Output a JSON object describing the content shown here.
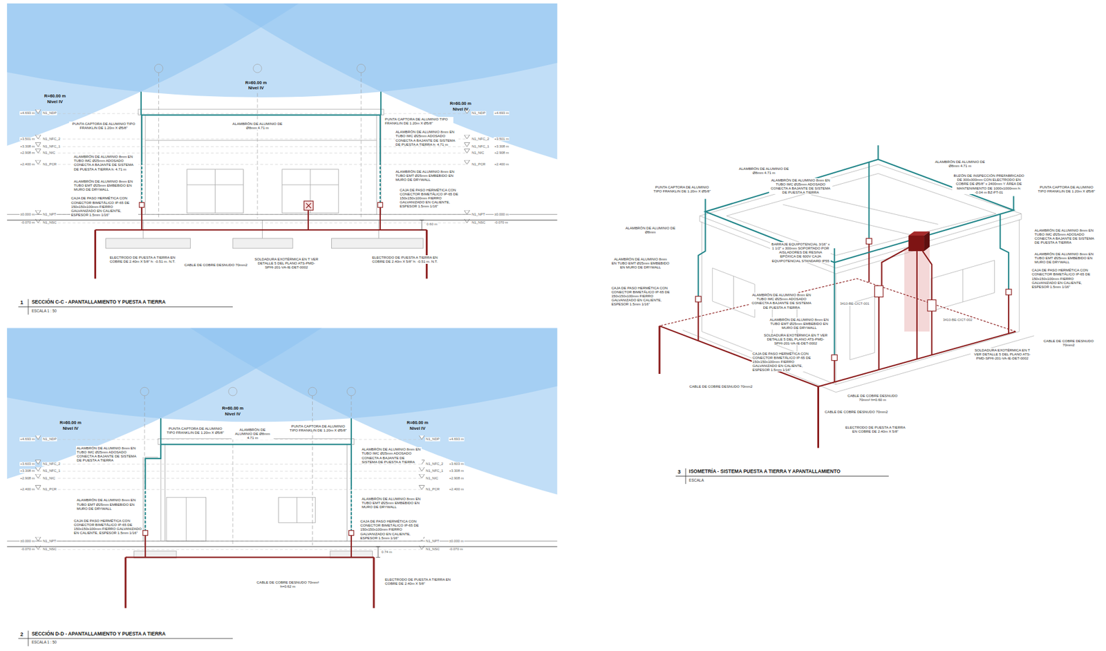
{
  "diagram": {
    "labels": [
      "R=60.00 m",
      "Nivel IV",
      "R=60.00 m",
      "Nivel IV",
      "R=60.00 m",
      "Nivel IV",
      "+4.693 m",
      "+3.501 m",
      "+3.308 m",
      "+2.908 m",
      "+2.400 m",
      "±0.000 m",
      "-0.070 m",
      "N1_NDP",
      "N1_NFC_2",
      "N1_NFC_1",
      "N1_NIC",
      "N1_PCR",
      "N1_NPT",
      "N1_NSC",
      "N1_NDP",
      "N1_NFC_2",
      "N1_NFC_1",
      "N1_NIC",
      "N1_PCR",
      "N1_NPT",
      "N1_NSC",
      "+4.693 m",
      "+3.501 m",
      "+3.308 m",
      "+2.908 m",
      "+2.400 m",
      "±0.000 m",
      "-0.070 m",
      "PUNTA CAPTORA DE ALUMINIO TIPO FRANKLIN DE 1.20m X Ø5/8\"",
      "ALAMBRÓN DE ALUMINIO DE Ø8mm 4.71 m",
      "PUNTA CAPTORA DE ALUMINIO TIPO FRANKLIN DE 1.20m X Ø5/8\"",
      "ALAMBRÓN DE ALUMINIO 8mm EN TUBO IMC Ø25mm ADOSADO CONECTA A BAJANTE DE SISTEMA DE PUESTA A TIERRA h: 4.71 m",
      "ALAMBRÓN DE ALUMINIO 8mm EN TUBO EMT Ø25mm EMBEBIDO EN MURO DE DRYWALL",
      "CAJA DE PASO HERMÉTICA CON CONECTOR BIMETÁLICO IP-65 DE 150x150x100mm FIERRO GALVANIZADO EN CALIENTE, ESPESOR 1.5mm 1/16\"",
      "ALAMBRÓN DE ALUMINIO 8mm EN TUBO IMC Ø25mm ADOSADO CONECTA A BAJANTE DE SISTEMA DE PUESTA A TIERRA h: 4.71 m",
      "ALAMBRÓN DE ALUMINIO 8mm EN TUBO EMT Ø25mm EMBEBIDO EN MURO DE DRYWALL",
      "CAJA DE PASO HERMÉTICA CON CONECTOR BIMETÁLICO IP-65 DE 150x150x100mm FIERRO GALVANIZADO EN CALIENTE, ESPESOR 1.5mm 1/16\"",
      "ELECTRODO DE PUESTA A TIERRA EN COBRE DE 2.40m X 5/8\" h: -0.51 m. N.T.",
      "CABLE DE COBRE DESNUDO 70mm2",
      "SOLDADURA EXOTÉRMICA EN T VER DETALLE 5 DEL PLANO ATS-PMD-SPHI-201-VA-IE-DET-0002",
      "ELECTRODO DE PUESTA A TIERRA EN COBRE DE 2.40m X 5/8\" h: -0.51 m. N.T.",
      "0.60 m",
      "1",
      "SECCIÓN C-C - APANTALLAMIENTO Y PUESTA A TIERRA",
      "ESCALA 1 : 50",
      "R=60.00 m",
      "Nivel IV",
      "R=60.00 m",
      "Nivel IV",
      "R=60.00 m",
      "Nivel IV",
      "+4.693 m",
      "+3.603 m",
      "+3.308 m",
      "+2.908 m",
      "+2.400 m",
      "±0.000 m",
      "-0.070 m",
      "N1_NDP",
      "N1_NFC_2",
      "N1_NFC_1",
      "N1_NIC",
      "N1_PCR",
      "N1_NPT",
      "N1_NSC",
      "N1_NDP",
      "N1_NFC_2",
      "N1_NFC_1",
      "N1_NIC",
      "N1_PCR",
      "N1_NPT",
      "N1_NSC",
      "+4.693 m",
      "+3.603 m",
      "+3.308 m",
      "+2.908 m",
      "+2.400 m",
      "±0.000 m",
      "-0.070 m",
      "PUNTA CAPTORA DE ALUMINIO TIPO FRANKLIN DE 1.20m X Ø5/8\"",
      "ALAMBRÓN DE ALUMINIO DE Ø8mm 4.71 m",
      "PUNTA CAPTORA DE ALUMINIO TIPO FRANKLIN DE 1.20m X Ø5/8\"",
      "ALAMBRÓN DE ALUMINIO 8mm EN TUBO IMC Ø25mm ADOSADO CONECTA A BAJANTE DE SISTEMA DE PUESTA A TIERRA",
      "ALAMBRÓN DE ALUMINIO 8mm EN TUBO EMT Ø25mm EMBEBIDO EN MURO DE DRYWALL",
      "CAJA DE PASO HERMÉTICA CON CONECTOR BIMETÁLICO IP-65 DE 150x150x100mm FIERRO GALVANIZADO EN CALIENTE, ESPESOR 1.5mm 1/16\"",
      "ALAMBRÓN DE ALUMINIO 8mm EN TUBO IMC Ø25mm ADOSADO CONECTA A BAJANTE DE SISTEMA DE PUESTA A TIERRA",
      "ALAMBRÓN DE ALUMINIO 8mm EN TUBO EMT Ø25mm EMBEBIDO EN MURO DE DRYWALL",
      "CAJA DE PASO HERMÉTICA CON CONECTOR BIMETÁLICO IP-65 DE 150x150x100mm FIERRO GALVANIZADO EN CALIENTE, ESPESOR 1.5mm 1/16\"",
      "0.74 m",
      "CABLE DE COBRE DESNUDO 70mm² h=0.62 m",
      "ELECTRODO DE PUESTA A TIERRA EN COBRE DE 2.40m X 5/8\"",
      "2",
      "SECCIÓN D-D - APANTALLAMIENTO Y PUESTA A TIERRA",
      "ESCALA 1 : 50",
      "ALAMBRÓN DE ALUMINIO DE Ø8mm 4.71 m",
      "ALAMBRÓN DE ALUMINIO DE Ø8mm 4.71 m",
      "BUZÓN DE INSPECCIÓN PREFABRICADO DE 300x300mm CON ELECTRODO EN COBRE DE Ø5/8\" x 2400mm Y ÁREA DE MANTENIMIENTO DE 1000x1000mm h: -0.04 m BZ-PT-01",
      "ALAMBRÓN DE ALUMINIO 8mm EN TUBO IMC Ø25mm ADOSADO CONECTA A BAJANTE DE SISTEMA DE PUESTA A TIERRA",
      "PUNTA CAPTORA DE ALUMINIO TIPO FRANKLIN DE 1.20m X Ø5/8\"",
      "PUNTA CAPTORA DE ALUMINIO TIPO FRANKLIN DE 1.20m X Ø5/8\"",
      "ALAMBRÓN DE ALUMINIO DE Ø8mm",
      "ALAMBRÓN DE ALUMINIO 8mm EN TUBO IMC Ø25mm ADOSADO CONECTA A BAJANTE DE SISTEMA DE PUESTA A TIERRA",
      "ALAMBRÓN DE ALUMINIO 8mm EN TUBO EMT Ø25mm EMBEBIDO EN MURO DE DRYWALL",
      "CAJA DE PASO HERMÉTICA CON CONECTOR BIMETÁLICO IP-65 DE 150x150x100mm FIERRO GALVANIZADO EN CALIENTE, ESPESOR 1.5mm 1/16\"",
      "BARRAJE EQUIPOTENCIAL 3/16\" x 1 1/2\" x 300mm SOPORTADO POR AISLADORES DE RESINA EPÓXICA DE 600V CAJA EQUIPOTENCIAL STANDARD IP55",
      "ALAMBRÓN DE ALUMINIO 8mm EN TUBO EMT Ø25mm EMBEBIDO EN MURO DE DRYWALL",
      "CAJA DE PASO HERMÉTICA CON CONECTOR BIMETÁLICO IP-65 DE 150x150x100mm FIERRO GALVANIZADO EN CALIENTE, ESPESOR 1.5mm 1/16\"",
      "ALAMBRÓN DE ALUMINIO 8mm EN TUBO IMC Ø25mm ADOSADO CONECTA A BAJANTE DE SISTEMA DE PUESTA A TIERRA",
      "3410-BE-CICT-001",
      "3410-BE-CICT-002",
      "ALAMBRÓN DE ALUMINIO 8mm EN TUBO EMT Ø25mm EMBEBIDO EN MURO DE DRYWALL",
      "SOLDADURA EXOTÉRMICA EN T VER DETALLE 5 DEL PLANO ATS-PMD-SPHI-201-VA-IE-DET-0002",
      "CAJA DE PASO HERMÉTICA CON CONECTOR BIMETÁLICO IP-65 DE 150x150x100mm FIERRO GALVANIZADO EN CALIENTE, ESPESOR 1.5mm 1/16\"",
      "SOLDADURA EXOTÉRMICA EN T VER DETALLE 5 DEL PLANO ATS-PMD-SPHI-201-VA-IE-DET-0002",
      "CABLE DE COBRE DESNUDO 70mm2",
      "CABLE DE COBRE DESNUDO 70mm2",
      "CABLE DE COBRE DESNUDO 70mm² h=0.60 m",
      "CABLE DE COBRE DESNUDO 70mm2",
      "ELECTRODO DE PUESTA A TIERRA EN COBRE DE 2.40m X 5/8\"",
      "3",
      "ISOMETRÍA - SISTEMA PUESTA A TIERRA Y APANTALLAMIENTO",
      "ESCALA"
    ]
  }
}
